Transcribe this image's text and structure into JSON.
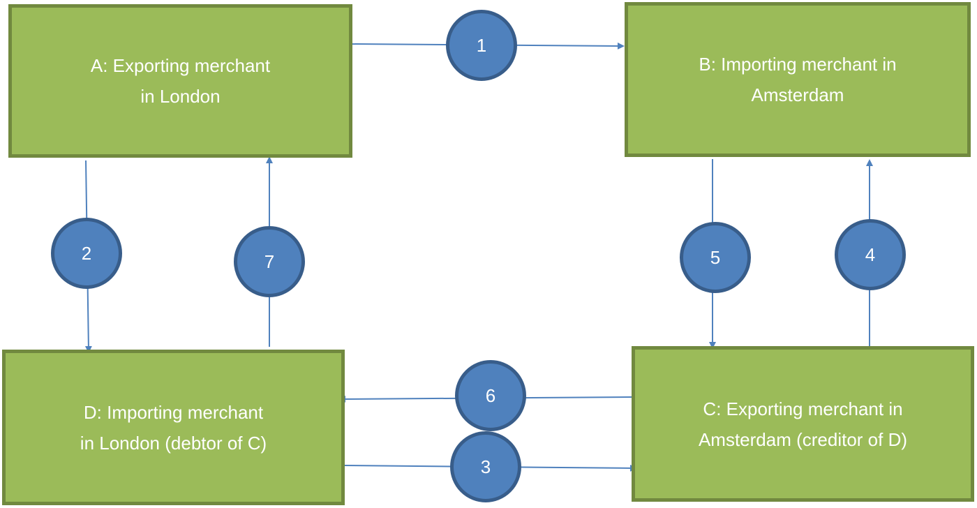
{
  "nodes": {
    "a": {
      "line1": "A: Exporting merchant",
      "line2": "in London"
    },
    "b": {
      "line1": "B: Importing merchant in",
      "line2": "Amsterdam"
    },
    "c": {
      "line1": "C: Exporting merchant in",
      "line2": "Amsterdam (creditor of D)"
    },
    "d": {
      "line1": "D: Importing merchant",
      "line2": "in London (debtor of C)"
    }
  },
  "steps": [
    "1",
    "2",
    "3",
    "4",
    "5",
    "6",
    "7"
  ],
  "colors": {
    "box_fill": "#9bbb59",
    "box_border": "#71893f",
    "circle_fill": "#4f81bd",
    "circle_border": "#385d8a",
    "arrow": "#4f81bd"
  }
}
